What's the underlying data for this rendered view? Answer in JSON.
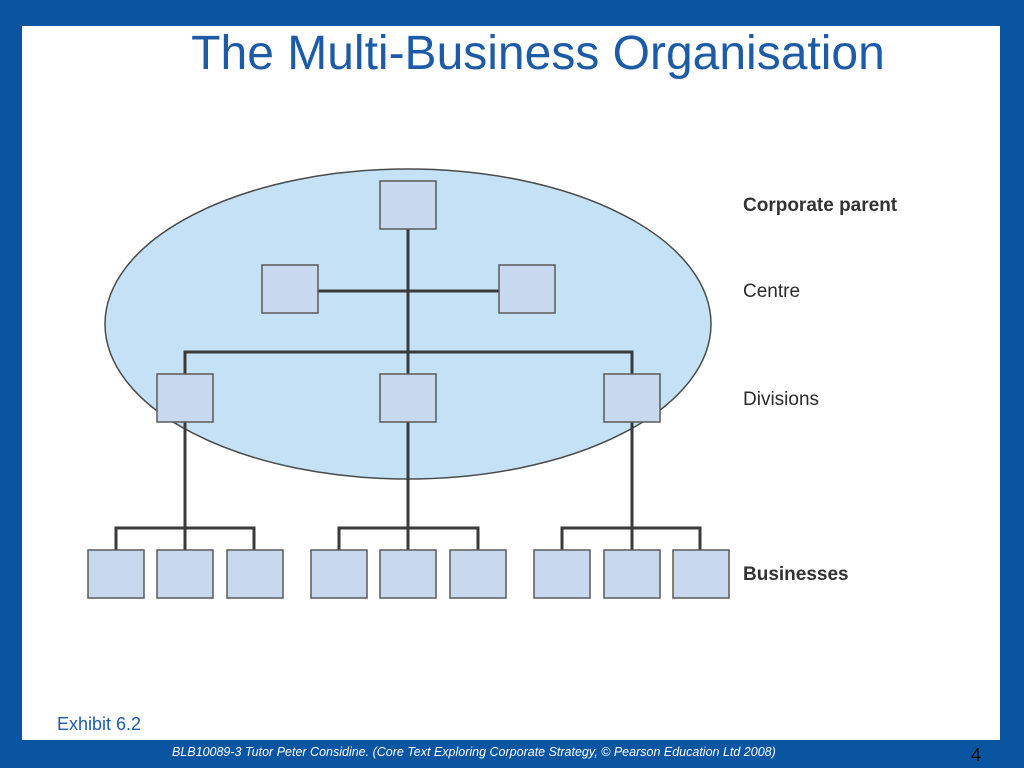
{
  "slide": {
    "title": "The Multi-Business Organisation",
    "exhibit": "Exhibit 6.2",
    "footer": "BLB10089-3 Tutor Peter Considine. (Core Text Exploring Corporate Strategy, © Pearson Education Ltd 2008)",
    "page_number": "4"
  },
  "diagram": {
    "labels": {
      "corporate_parent": "Corporate parent",
      "centre": "Centre",
      "divisions": "Divisions",
      "businesses": "Businesses"
    },
    "colors": {
      "background": "#0a55a2",
      "title": "#1d5ba6",
      "ellipse_fill": "#c5e1f5",
      "box_fill": "#c8d8ef",
      "line": "#3a3a3a"
    }
  }
}
